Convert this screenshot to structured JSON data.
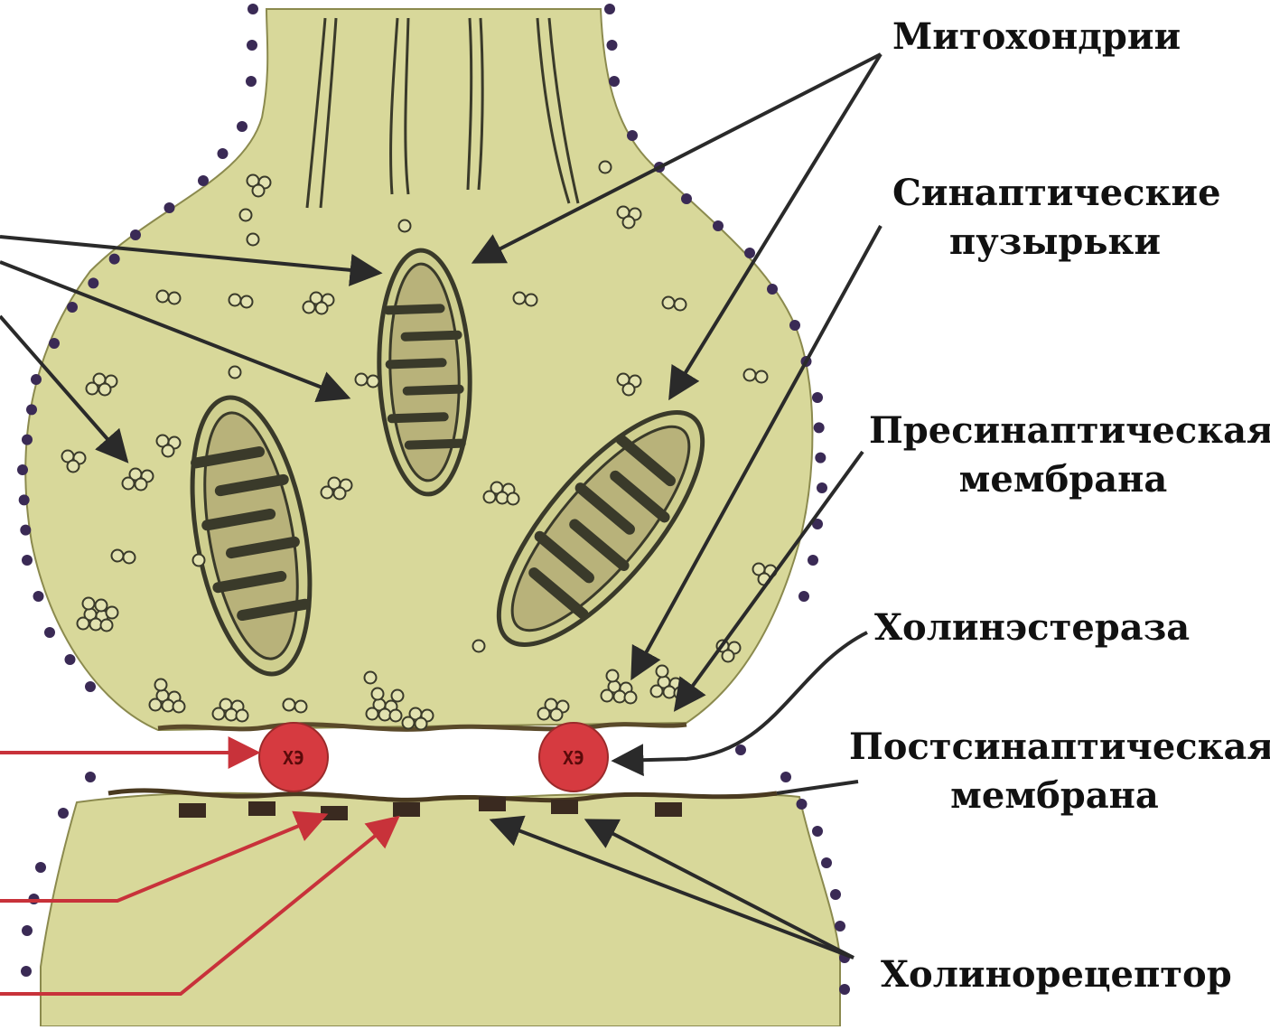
{
  "labels": {
    "mitochondria": "Митохондрии",
    "vesicles_line1": "Синаптические",
    "vesicles_line2": "пузырьки",
    "presynaptic_line1": "Пресинаптическая",
    "presynaptic_line2": "мембрана",
    "cholinesterase": "Холинэстераза",
    "postsynaptic_line1": "Постсинаптическая",
    "postsynaptic_line2": "мембрана",
    "cholinoreceptor": "Холинорецептор"
  },
  "enzyme_marker": "ХЭ",
  "colors": {
    "cell_fill": "#d8d89a",
    "outline_dots": "#3a2a55",
    "enzyme": "#d63a40",
    "arrow_dark": "#2a2a2a",
    "arrow_red": "#c8323a",
    "receptor": "#3a2a20"
  }
}
